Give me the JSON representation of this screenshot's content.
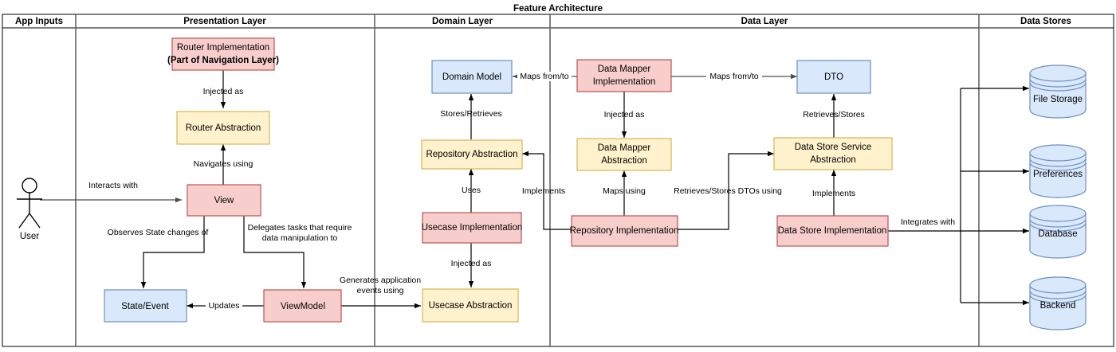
{
  "diagram": {
    "title": "Feature Architecture",
    "type": "layered-architecture-diagram"
  },
  "columns": [
    {
      "id": "app-inputs",
      "label": "App Inputs"
    },
    {
      "id": "presentation-layer",
      "label": "Presentation Layer"
    },
    {
      "id": "domain-layer",
      "label": "Domain Layer"
    },
    {
      "id": "data-layer",
      "label": "Data Layer"
    },
    {
      "id": "data-stores",
      "label": "Data Stores"
    }
  ],
  "nodes": {
    "user": {
      "label": "User",
      "shape": "actor"
    },
    "router_impl_line1": "Router Implementation",
    "router_impl_line2": "(Part of Navigation Layer)",
    "router_abstraction": "Router Abstraction",
    "view": "View",
    "state_event": "State/Event",
    "viewmodel": "ViewModel",
    "domain_model": "Domain Model",
    "repository_abstraction": "Repository Abstraction",
    "usecase_implementation": "Usecase Implementation",
    "usecase_abstraction": "Usecase Abstraction",
    "data_mapper_impl_line1": "Data Mapper",
    "data_mapper_impl_line2": "Implementation",
    "data_mapper_abs_line1": "Data Mapper",
    "data_mapper_abs_line2": "Abstraction",
    "repository_implementation": "Repository Implementation",
    "dto": "DTO",
    "data_store_service_line1": "Data Store Service",
    "data_store_service_line2": "Abstraction",
    "data_store_implementation": "Data Store Implementation",
    "file_storage": "File Storage",
    "preferences": "Preferences",
    "database": "Database",
    "backend": "Backend"
  },
  "edges": {
    "interacts_with": "Interacts with",
    "injected_as_router": "Injected as",
    "navigates_using": "Navigates using",
    "observes_state": "Observes State changes of",
    "delegates_line1": "Delegates tasks that require",
    "delegates_line2": "data manipulation to",
    "updates": "Updates",
    "generates_line1": "Generates application",
    "generates_line2": "events using",
    "injected_as_usecase": "Injected as",
    "uses": "Uses",
    "stores_retrieves": "Stores/Retrieves",
    "implements_repo": "Implements",
    "maps_from_to_left": "Maps from/to",
    "maps_from_to_right": "Maps from/to",
    "injected_as_mapper": "Injected as",
    "maps_using": "Maps using",
    "retrieves_stores_dtos": "Retrieves/Stores DTOs using",
    "retrieves_stores": "Retrieves/Stores",
    "implements_datastore": "Implements",
    "integrates_with": "Integrates with"
  },
  "colors": {
    "implementation_fill": "#f8cecc",
    "implementation_stroke": "#b85450",
    "abstraction_fill": "#fff2cc",
    "abstraction_stroke": "#d6b656",
    "model_fill": "#dae8fc",
    "model_stroke": "#6c8ebf",
    "lane_stroke": "#666666",
    "background": "#ffffff"
  }
}
